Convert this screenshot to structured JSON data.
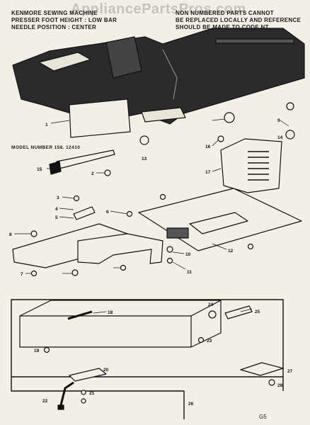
{
  "watermark": "AppliancePartsPros.com",
  "header_left": [
    "KENMORE SEWING MACHINE",
    "PRESSER FOOT HEIGHT : LOW BAR",
    "NEEDLE POSITION : CENTER"
  ],
  "header_right": [
    "NON NUMBERED PARTS CANNOT",
    "BE REPLACED LOCALLY AND REFERENCE",
    "SHOULD BE MADE TO CODE NT."
  ],
  "model_label": "MODEL NUMBER 158. 12410",
  "page_label": "G5",
  "callouts": [
    "1",
    "2",
    "3",
    "4",
    "5",
    "6",
    "7",
    "8",
    "9",
    "10",
    "11",
    "12",
    "13",
    "14",
    "15",
    "16",
    "17",
    "18",
    "19",
    "20",
    "21",
    "22",
    "23",
    "24",
    "25",
    "26",
    "27",
    "28"
  ]
}
